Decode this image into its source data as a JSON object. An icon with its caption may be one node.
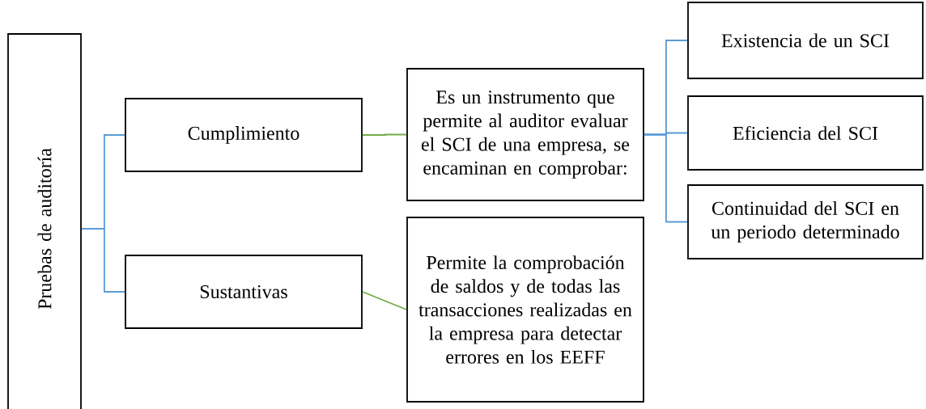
{
  "diagram": {
    "nodes": [
      {
        "text": [
          "Pruebas de auditoría"
        ]
      },
      {
        "text": [
          "Cumplimiento"
        ]
      },
      {
        "text": [
          "Sustantivas"
        ]
      },
      {
        "text": [
          "Es un instrumento que permite al auditor evaluar el SCI de una empresa, se encaminan en comprobar:"
        ]
      },
      {
        "text": [
          "Permite la comprobación de saldos y de todas las transacciones realizadas en la empresa para detectar errores en los EEFF"
        ]
      },
      {
        "text": [
          "Existencia de un SCI"
        ]
      },
      {
        "text": [
          "Eficiencia del SCI"
        ]
      },
      {
        "text": [
          "Continuidad del SCI en un periodo determinado"
        ]
      }
    ],
    "edges": [
      {
        "from": 0,
        "to": 1,
        "arrow": "none"
      },
      {
        "from": 0,
        "to": 2,
        "arrow": "none"
      },
      {
        "from": 1,
        "to": 3,
        "arrow": "none",
        "color": "#70ad47"
      },
      {
        "from": 2,
        "to": 4,
        "arrow": "none",
        "color": "#70ad47"
      },
      {
        "from": 3,
        "to": 5,
        "arrow": "none"
      },
      {
        "from": 3,
        "to": 6,
        "arrow": "none"
      },
      {
        "from": 3,
        "to": 7,
        "arrow": "none"
      }
    ]
  }
}
